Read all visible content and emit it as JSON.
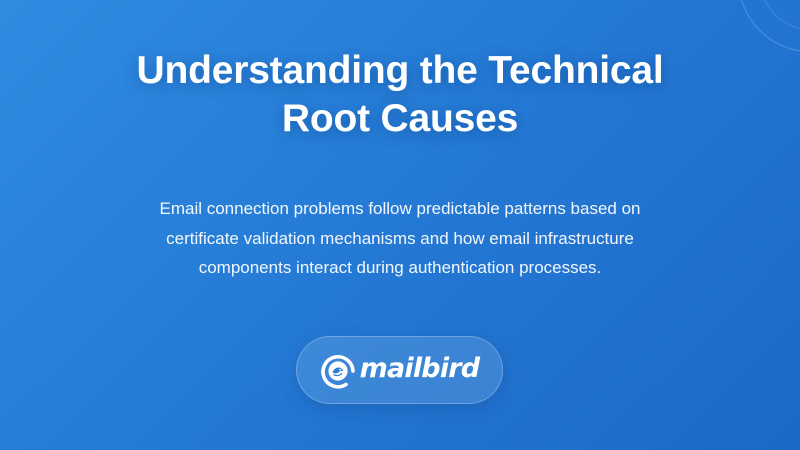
{
  "slide": {
    "title_lines": [
      "Understanding the Technical",
      "Root Causes"
    ],
    "description_lines": [
      "Email connection problems follow predictable patterns based on",
      "certificate validation mechanisms and how email infrastructure",
      "components interact during authentication processes."
    ],
    "brand": {
      "name": "mailbird",
      "icon": "mailbird-logo-icon"
    }
  },
  "colors": {
    "background_start": "#2f8ce1",
    "background_end": "#1c69c6",
    "text": "#ffffff"
  }
}
